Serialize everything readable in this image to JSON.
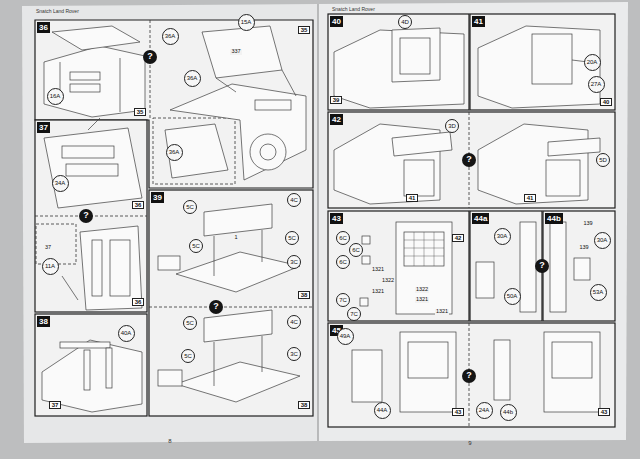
{
  "diagram": {
    "nodes": [
      {
        "text": [
          "Snatch Land Rover"
        ]
      },
      {
        "text": [
          "Snatch Land Rover"
        ]
      },
      {
        "text": [
          "36"
        ],
        "in": 0
      },
      {
        "text": [
          "37"
        ],
        "in": 0
      },
      {
        "text": [
          "38"
        ],
        "in": 0
      },
      {
        "text": [
          "39"
        ],
        "in": 0
      },
      {
        "text": [
          "40"
        ],
        "in": 1
      },
      {
        "text": [
          "41"
        ],
        "in": 1
      },
      {
        "text": [
          "42"
        ],
        "in": 1
      },
      {
        "text": [
          "43"
        ],
        "in": 1
      },
      {
        "text": [
          "44a"
        ],
        "in": 1
      },
      {
        "text": [
          "44b"
        ],
        "in": 1
      },
      {
        "text": [
          "45"
        ],
        "in": 1
      }
    ],
    "labels": [
      "16A",
      "35",
      "?",
      "36A",
      "15A",
      "337",
      "36A",
      "35",
      "36A",
      "34A",
      "36",
      "?",
      "37",
      "11A",
      "36",
      "40A",
      "37",
      "5C",
      "4C",
      "1",
      "5C",
      "5C",
      "3C",
      "38",
      "?",
      "5C",
      "4C",
      "5C",
      "3C",
      "38",
      "4D",
      "39",
      "20A",
      "27A",
      "40",
      "3D",
      "?",
      "41",
      "5D",
      "41",
      "6C",
      "6C",
      "6C",
      "1321",
      "1322",
      "1321",
      "7C",
      "7C",
      "1322",
      "1321",
      "1321",
      "42",
      "30A",
      "50A",
      "?",
      "139",
      "30A",
      "139",
      "53A",
      "49A",
      "44A",
      "43",
      "?",
      "24A",
      "44b",
      "43",
      "8",
      "9"
    ]
  }
}
